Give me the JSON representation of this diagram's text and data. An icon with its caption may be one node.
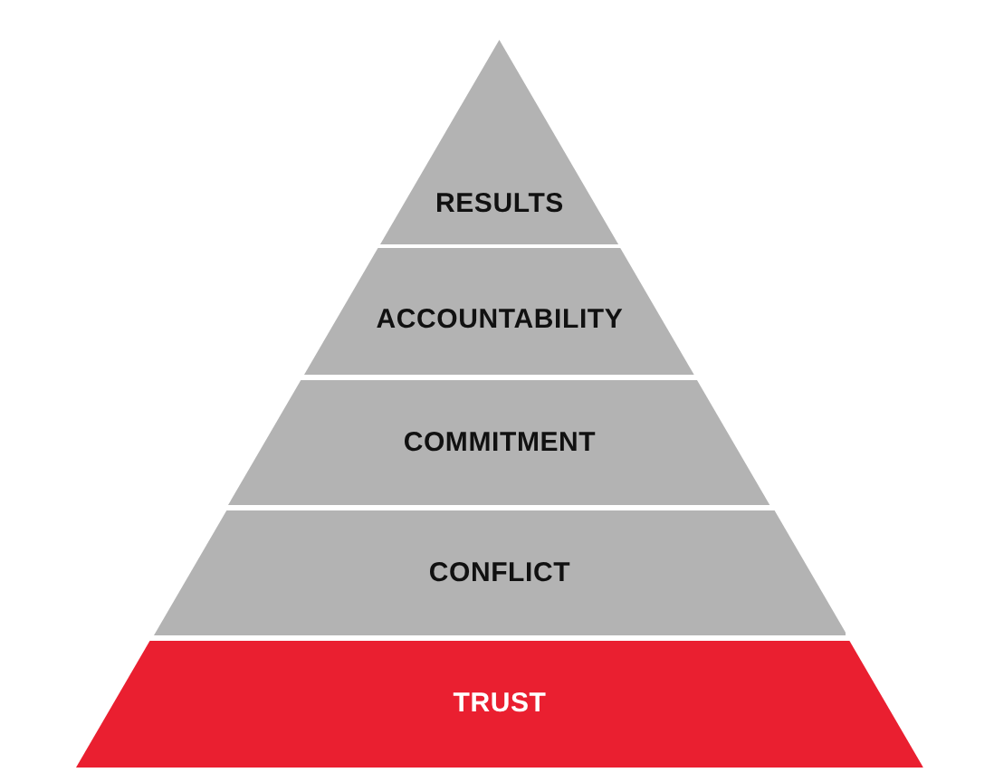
{
  "diagram": {
    "nodes": [
      {
        "text": [
          "RESULTS"
        ]
      },
      {
        "text": [
          "ACCOUNTABILITY"
        ]
      },
      {
        "text": [
          "COMMITMENT"
        ]
      },
      {
        "text": [
          "CONFLICT"
        ]
      },
      {
        "text": [
          "TRUST"
        ]
      }
    ]
  }
}
